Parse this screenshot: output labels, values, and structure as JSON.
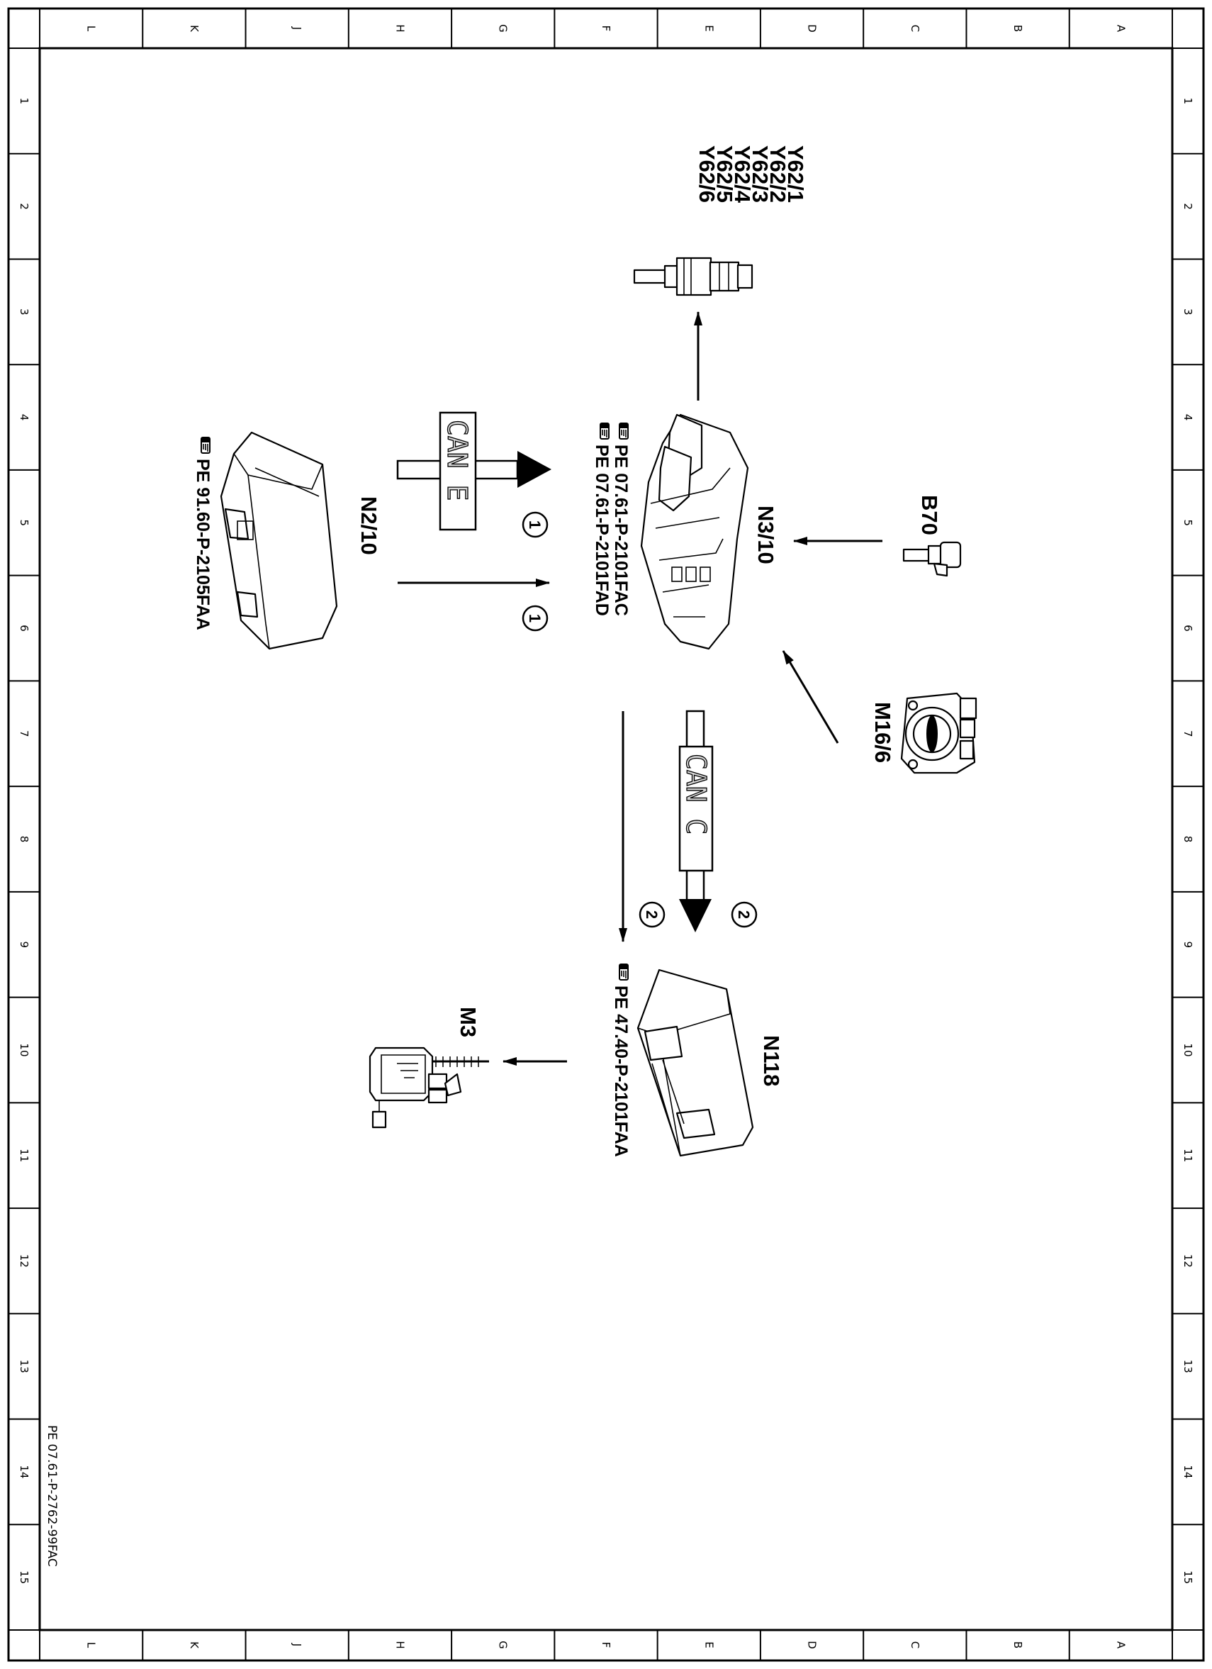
{
  "grid": {
    "columns": [
      "L",
      "K",
      "J",
      "H",
      "G",
      "F",
      "E",
      "D",
      "C",
      "B",
      "A"
    ],
    "rows": [
      "1",
      "2",
      "3",
      "4",
      "5",
      "6",
      "7",
      "8",
      "9",
      "10",
      "11",
      "12",
      "13",
      "14",
      "15"
    ]
  },
  "document_id": "PE 07.61-P-2762-99FAC",
  "components": {
    "y62": {
      "labels": [
        "Y62/1",
        "Y62/2",
        "Y62/3",
        "Y62/4",
        "Y62/5",
        "Y62/6"
      ],
      "icon": "fuel-injector-icon"
    },
    "n3_10": {
      "label": "N3/10",
      "refs": [
        "PE 07.61-P-2101FAC",
        "PE 07.61-P-2101FAD"
      ],
      "icon": "control-unit-icon"
    },
    "n2_10": {
      "label": "N2/10",
      "ref": "PE 91.60-P-2105FAA",
      "icon": "control-unit-icon"
    },
    "b70": {
      "label": "B70",
      "icon": "sensor-icon"
    },
    "m16_6": {
      "label": "M16/6",
      "icon": "throttle-valve-icon"
    },
    "n118": {
      "label": "N118",
      "ref": "PE 47.40-P-2101FAA",
      "icon": "control-unit-icon"
    },
    "m3": {
      "label": "M3",
      "icon": "fuel-pump-icon"
    }
  },
  "buses": {
    "can_e": {
      "label": "CAN E",
      "marker": "1"
    },
    "can_c": {
      "label": "CAN C",
      "marker": "2"
    }
  },
  "signal_markers": {
    "line1": "1",
    "line2": "2"
  },
  "reference_icon": "pointing-hand-icon"
}
